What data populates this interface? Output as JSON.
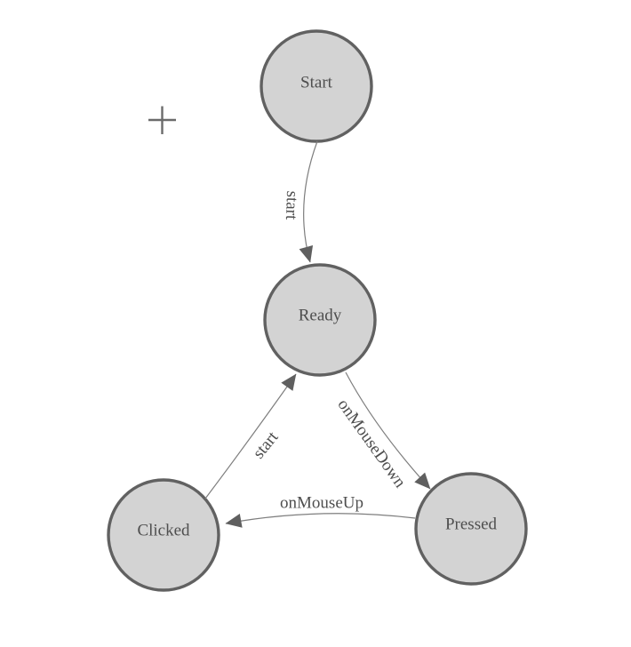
{
  "colors": {
    "canvas_bg": "#ffffff",
    "node_fill": "#d3d3d3",
    "node_stroke": "#616161",
    "edge_stroke": "#7e7e7e",
    "arrow_fill": "#5f5f5f",
    "label_color": "#4e4e4e",
    "crosshair_color": "#6b6b6b"
  },
  "diagram": {
    "type": "state-machine",
    "nodes": [
      {
        "id": "start",
        "label": "Start"
      },
      {
        "id": "ready",
        "label": "Ready"
      },
      {
        "id": "clicked",
        "label": "Clicked"
      },
      {
        "id": "pressed",
        "label": "Pressed"
      }
    ],
    "edges": [
      {
        "id": "start-to-ready",
        "label": "start",
        "from": "Start",
        "to": "Ready"
      },
      {
        "id": "ready-to-pressed",
        "label": "onMouseDown",
        "from": "Ready",
        "to": "Pressed"
      },
      {
        "id": "pressed-to-clicked",
        "label": "onMouseUp",
        "from": "Pressed",
        "to": "Clicked"
      },
      {
        "id": "clicked-to-ready",
        "label": "start",
        "from": "Clicked",
        "to": "Ready"
      }
    ]
  }
}
